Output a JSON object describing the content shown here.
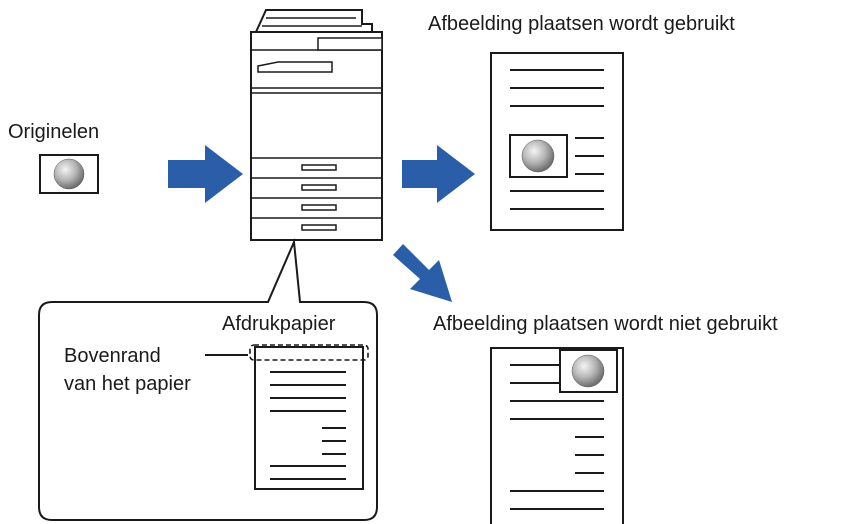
{
  "labels": {
    "originals": "Originelen",
    "with_image_placement": "Afbeelding plaatsen wordt gebruikt",
    "without_image_placement": "Afbeelding plaatsen wordt niet gebruikt",
    "print_paper": "Afdrukpapier",
    "top_edge_line1": "Bovenrand",
    "top_edge_line2": "van het papier"
  },
  "colors": {
    "arrow": "#2b5ea8",
    "line": "#1a1a1a",
    "circle_light": "#f2f2f2",
    "circle_dark": "#6e6e6e"
  },
  "icons": [
    "original-document-icon",
    "multifunction-printer-icon",
    "right-arrow-icon",
    "diagonal-arrow-icon",
    "document-with-image-icon",
    "document-image-top-icon",
    "print-paper-icon"
  ]
}
